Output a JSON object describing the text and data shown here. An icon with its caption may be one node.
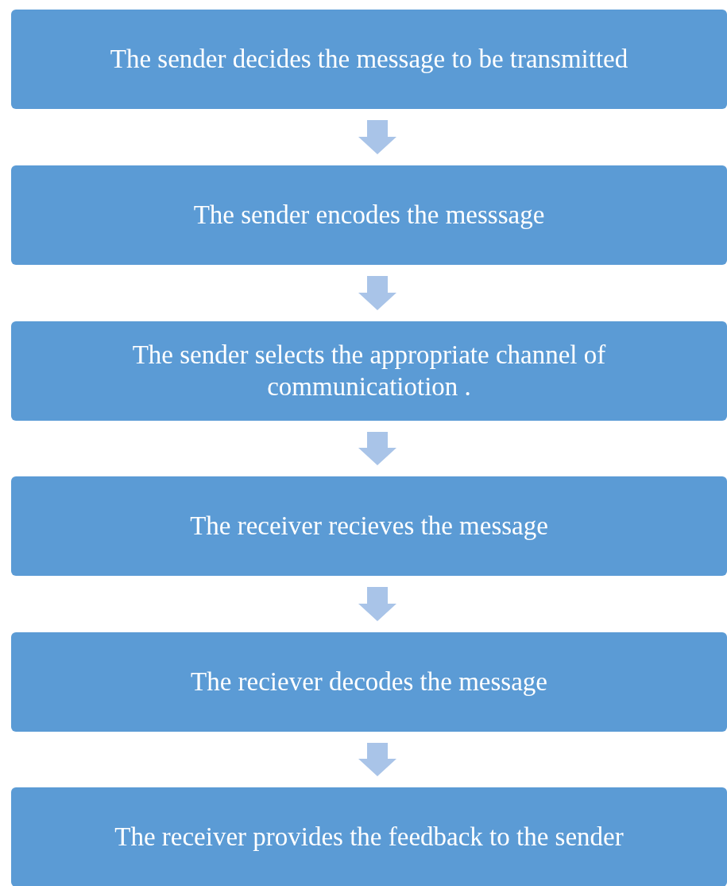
{
  "diagram": {
    "nodes": [
      {
        "text": [
          "The sender decides the message to be transmitted"
        ]
      },
      {
        "text": [
          "The sender encodes the messsage"
        ]
      },
      {
        "text": [
          "The sender selects the appropriate channel of communicatiotion ."
        ]
      },
      {
        "text": [
          "The receiver recieves the message"
        ]
      },
      {
        "text": [
          "The reciever decodes the message"
        ]
      },
      {
        "text": [
          "The receiver provides the feedback to the sender"
        ]
      }
    ],
    "edges": [
      {
        "from": 0,
        "to": 1,
        "arrow": "to"
      },
      {
        "from": 1,
        "to": 2,
        "arrow": "to"
      },
      {
        "from": 2,
        "to": 3,
        "arrow": "to"
      },
      {
        "from": 3,
        "to": 4,
        "arrow": "to"
      },
      {
        "from": 4,
        "to": 5,
        "arrow": "to"
      }
    ]
  }
}
